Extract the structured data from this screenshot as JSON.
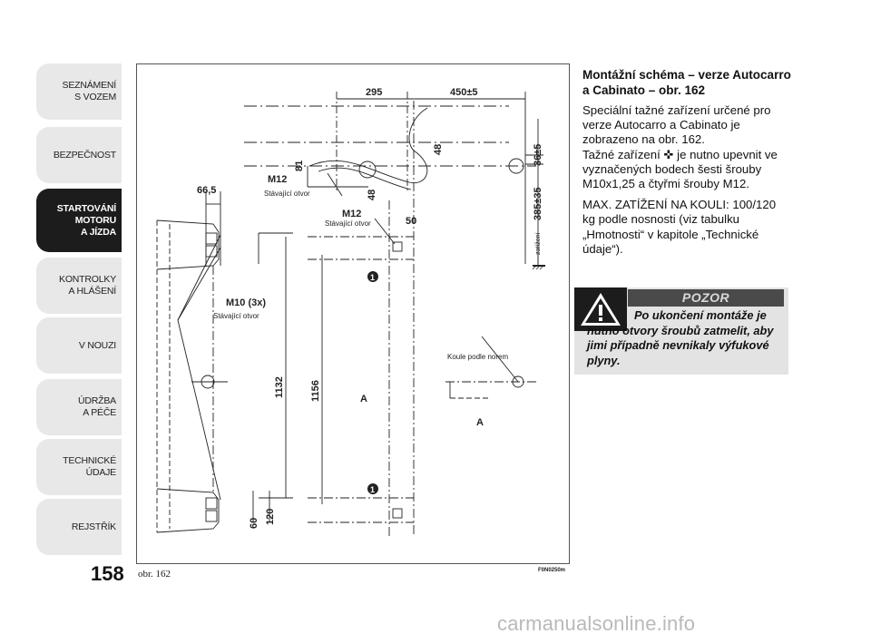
{
  "sidebar": {
    "items": [
      {
        "label": "SEZNÁMENÍ\nS VOZEM",
        "active": false
      },
      {
        "label": "BEZPEČNOST",
        "active": false
      },
      {
        "label": "STARTOVÁNÍ\nMOTORU\nA JÍZDA",
        "active": true
      },
      {
        "label": "KONTROLKY\nA HLÁŠENÍ",
        "active": false
      },
      {
        "label": "V NOUZI",
        "active": false
      },
      {
        "label": "ÚDRŽBA\nA PÉČE",
        "active": false
      },
      {
        "label": "TECHNICKÉ\nÚDAJE",
        "active": false
      },
      {
        "label": "REJSTŘÍK",
        "active": false
      }
    ]
  },
  "page_number": "158",
  "figure": {
    "caption": "obr. 162",
    "code": "F0N0250m",
    "labels": {
      "dim_295": "295",
      "dim_450": "450±5",
      "dim_36": "36±5",
      "dim_385": "385±35",
      "zatizeni": "zatížení",
      "dim_81": "81",
      "dim_48a": "48",
      "dim_48b": "48",
      "dim_50": "50",
      "m12_top": "M12",
      "stav_top": "Stávající otvor",
      "m12_mid": "M12",
      "stav_mid": "Stávající otvor",
      "dim_665": "66,5",
      "m10": "M10 (3x)",
      "stav_m10": "Stávající otvor",
      "koule": "Koule podle norem",
      "dim_1132": "1132",
      "dim_1156": "1156",
      "dim_60": "60",
      "dim_120": "120",
      "marker_1": "1",
      "marker_a": "A"
    }
  },
  "content": {
    "heading": "Montážní schéma – verze Autocarro a Cabinato – obr. 162",
    "p1": "Speciální tažné zařízení určené pro verze Autocarro a Cabinato je zobrazeno na obr. 162.",
    "p2": "Tažné zařízení ✜ je nutno upevnit ve vyznačených bodech šesti šrouby M10x1,25 a čtyřmi šrouby M12.",
    "p3": "MAX. ZATÍŽENÍ NA KOULI: 100/120 kg podle nosnosti (viz tabulku „Hmotnosti“ v kapitole „Technické údaje“)."
  },
  "warning": {
    "title": "POZOR",
    "text": "Po ukončení montáže je nutno otvory šroubů zatmelit, aby jimi případně nevnikaly výfukové plyny."
  },
  "watermark": "carmanualsonline.info"
}
